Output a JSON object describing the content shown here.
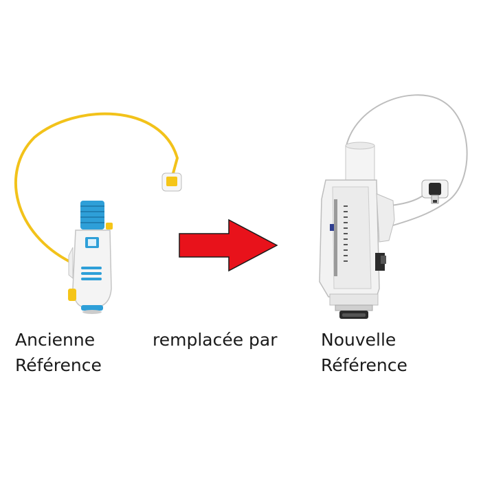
{
  "old_label": {
    "line1": "Ancienne",
    "line2": "Référence"
  },
  "middle_label": "remplacée par",
  "new_label": {
    "line1": "Nouvelle",
    "line2": "Référence"
  },
  "colors": {
    "arrow_fill": "#e8121b",
    "arrow_stroke": "#1a1a1a",
    "cable_old": "#f2c21a",
    "accent_blue": "#2e9fd8",
    "accent_yellow": "#f5c518",
    "body_white": "#f4f4f4"
  }
}
